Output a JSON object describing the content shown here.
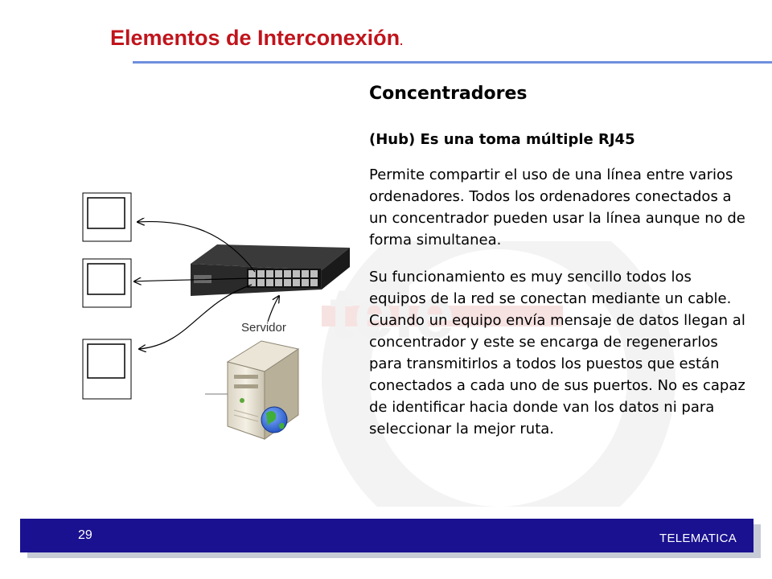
{
  "slide": {
    "title": "Elementos de Interconexión",
    "title_suffix": ".",
    "heading": "Concentradores",
    "subheading": "(Hub) Es una toma múltiple RJ45",
    "paragraph_1": "Permite compartir el uso de una línea entre varios ordenadores. Todos los ordenadores conectados a un concentrador pueden usar la línea aunque no de forma simultanea.",
    "paragraph_2": "Su funcionamiento es muy sencillo todos los equipos de la red se conectan mediante un cable. Cuando un equipo envía mensaje de datos llegan al concentrador y este se encarga de regenerarlos para transmitirlos a todos los puestos que están conectados a cada uno de sus puertos.  No es capaz de identificar hacia donde van los datos ni para seleccionar la mejor ruta."
  },
  "diagram": {
    "server_label": "Servidor",
    "icons": [
      "monitor-icon",
      "monitor-icon",
      "monitor-icon",
      "hub-switch-icon",
      "server-tower-icon",
      "globe-icon"
    ]
  },
  "footer": {
    "page_number": "29",
    "label": "TELEMATICA"
  },
  "colors": {
    "title": "#c0141c",
    "title_rule": "#6f8fdd",
    "footer_bar": "#1a1190",
    "footer_shadow": "#c6cbd6",
    "footer_text": "#ffffff"
  }
}
